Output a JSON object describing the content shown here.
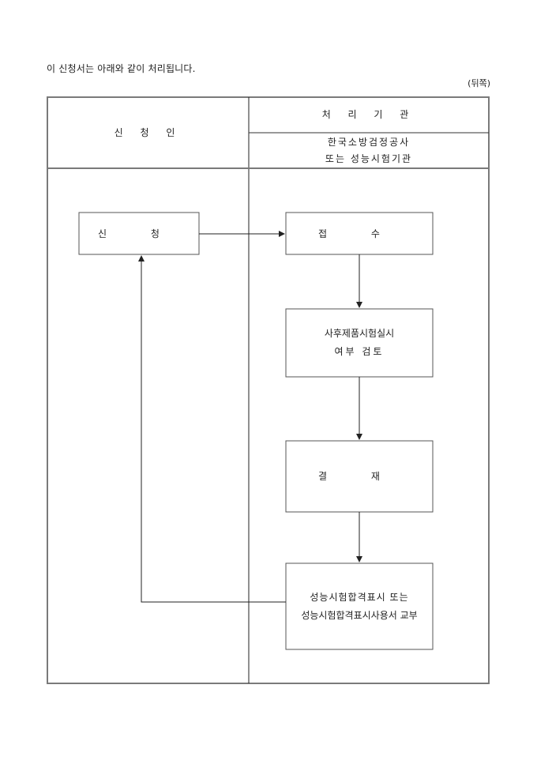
{
  "document": {
    "intro_text": "이 신청서는 아래와 같이 처리됩니다.",
    "side_note": "(뒤쪽)"
  },
  "table": {
    "applicant_header": "신 청 인",
    "processor_header": "처 리 기 관",
    "processor_org_line1": "한국소방검정공사",
    "processor_org_line2": "또는 성능시험기관"
  },
  "flow": {
    "steps": [
      {
        "id": "apply",
        "lane": "applicant",
        "line1": "신 청",
        "line2": ""
      },
      {
        "id": "receive",
        "lane": "processor",
        "line1": "접 수",
        "line2": ""
      },
      {
        "id": "review",
        "lane": "processor",
        "line1": "사후제품시험실시",
        "line2": "여부 검토"
      },
      {
        "id": "approve",
        "lane": "processor",
        "line1": "결 재",
        "line2": ""
      },
      {
        "id": "issue",
        "lane": "processor",
        "line1": "성능시험합격표시 또는",
        "line2": "성능시험합격표시사용서 교부"
      }
    ],
    "connections": [
      {
        "from": "apply",
        "to": "receive"
      },
      {
        "from": "receive",
        "to": "review"
      },
      {
        "from": "review",
        "to": "approve"
      },
      {
        "from": "approve",
        "to": "issue"
      },
      {
        "from": "issue",
        "to": "apply"
      }
    ]
  },
  "colors": {
    "frame": "#7a7a7a",
    "line": "#222222",
    "text": "#222222"
  }
}
